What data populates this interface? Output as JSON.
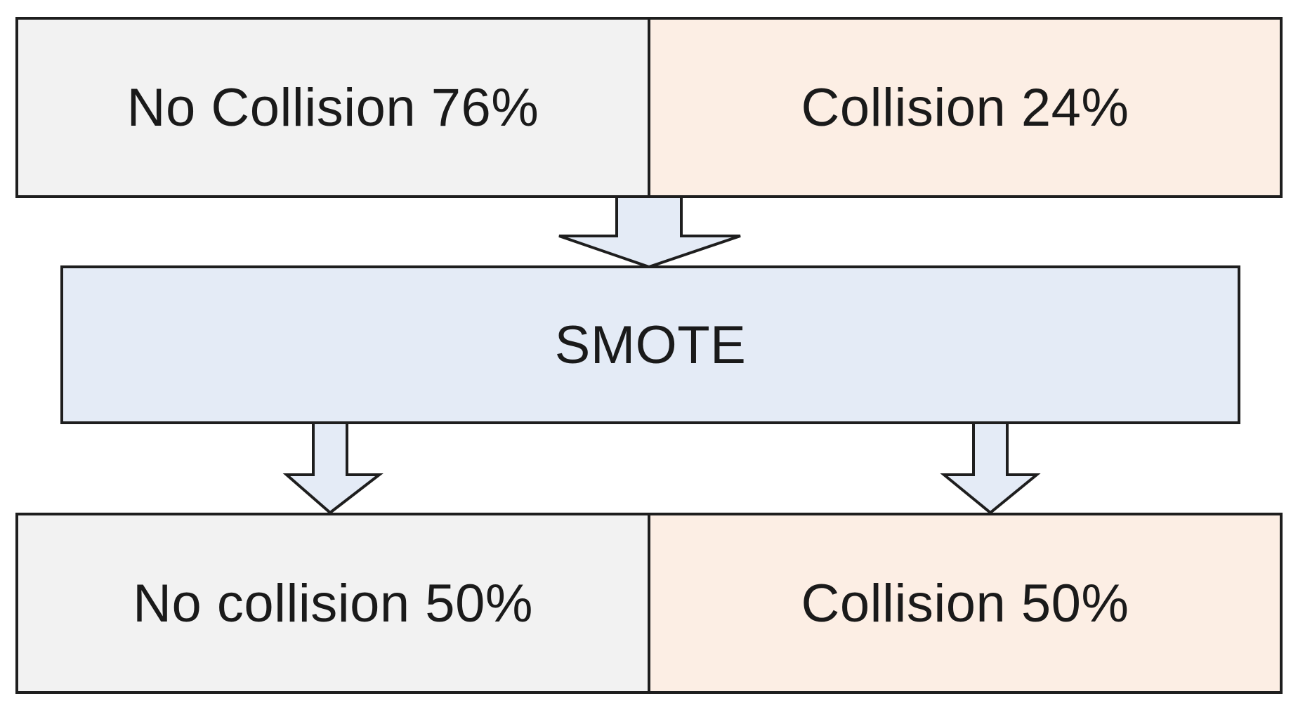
{
  "diagram": {
    "before": {
      "no_collision": "No Collision 76%",
      "collision": "Collision 24%"
    },
    "process": {
      "label": "SMOTE"
    },
    "after": {
      "no_collision": "No collision 50%",
      "collision": "Collision 50%"
    }
  },
  "colors": {
    "no_collision_fill": "#f2f2f2",
    "collision_fill": "#fceee4",
    "process_fill": "#e4ebf6",
    "arrow_fill": "#e4ebf6",
    "stroke": "#1e1e1e"
  }
}
